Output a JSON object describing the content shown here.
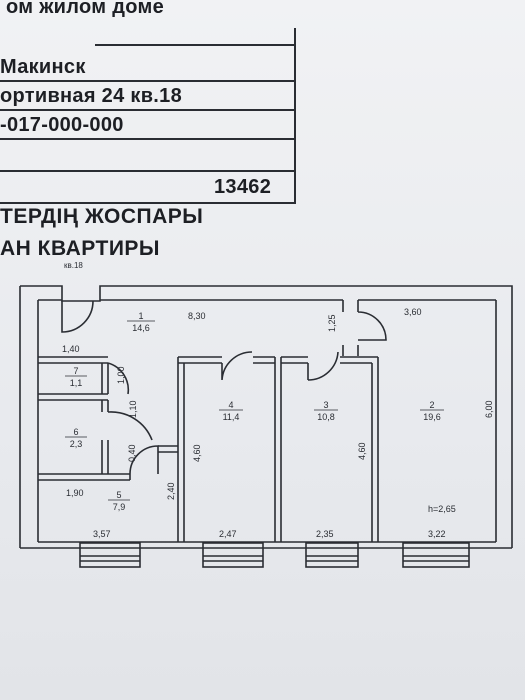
{
  "header": {
    "line1": "ом жилом доме",
    "city": "Макинск",
    "address": "ортивная 24 кв.18",
    "cadastre": "-017-000-000",
    "number": "13462"
  },
  "titles": {
    "kz": "ТЕРДІҢ ЖОСПАРЫ",
    "ru": "АН КВАРТИРЫ",
    "apt_label": "кв.18"
  },
  "rooms": [
    {
      "id": "1",
      "area": "14,6"
    },
    {
      "id": "2",
      "area": "19,6"
    },
    {
      "id": "3",
      "area": "10,8"
    },
    {
      "id": "4",
      "area": "11,4"
    },
    {
      "id": "5",
      "area": "7,9"
    },
    {
      "id": "6",
      "area": "2,3"
    },
    {
      "id": "7",
      "area": "1,1"
    }
  ],
  "dimensions": {
    "top_left": "8,30",
    "top_right": "3,60",
    "corridor_door": "1,25",
    "wc_width": "1,40",
    "wc_door": "1,00",
    "bath_door": "1,10",
    "hall_door": "0,40",
    "hall_width": "1,90",
    "hall_depth": "2,40",
    "room4_depth": "4,60",
    "room3_depth": "4,60",
    "room2_depth": "6,00",
    "bottom_1": "3,57",
    "bottom_2": "2,47",
    "bottom_3": "2,35",
    "bottom_4": "3,22",
    "ceiling": "h=2,65"
  }
}
